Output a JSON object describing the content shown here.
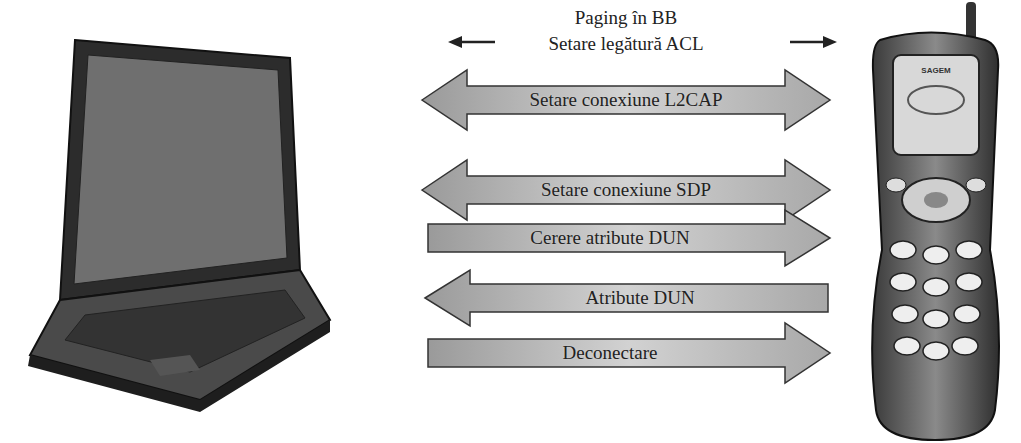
{
  "diagram": {
    "labels": [
      "Paging în BB",
      "Setare legătură ACL",
      "Setare conexiune L2CAP",
      "Setare conexiune SDP",
      "Cerere atribute DUN",
      "Atribute DUN",
      "Deconectare",
      "SAGEM"
    ]
  }
}
